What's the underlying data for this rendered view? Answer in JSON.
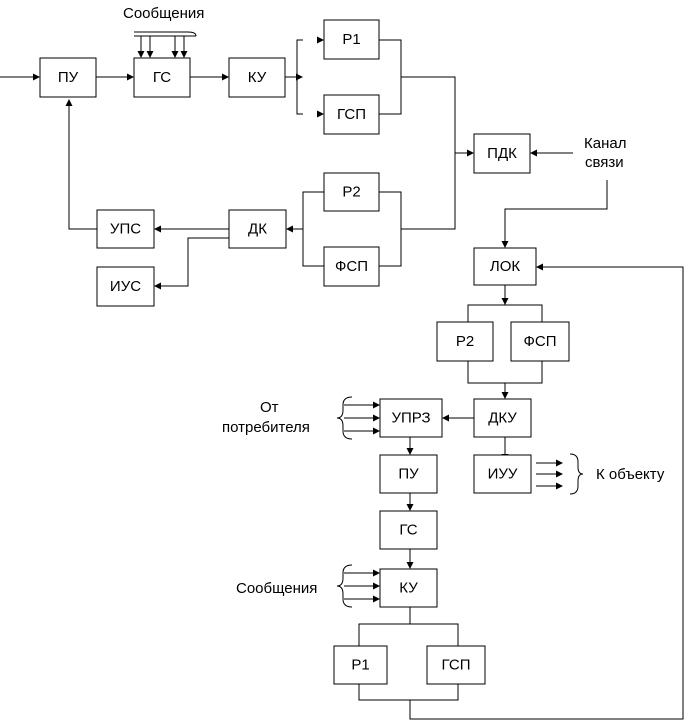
{
  "blocks": {
    "pu1": "ПУ",
    "gs1": "ГС",
    "ku1": "КУ",
    "r1_top": "Р1",
    "gsp_top": "ГСП",
    "pdk": "ПДК",
    "r2_top": "Р2",
    "fsp_top": "ФСП",
    "dk": "ДК",
    "ups": "УПС",
    "ius": "ИУС",
    "lok": "ЛОК",
    "r2_bot": "Р2",
    "fsp_bot": "ФСП",
    "dku": "ДКУ",
    "uprz": "УПРЗ",
    "iuu": "ИУУ",
    "pu2": "ПУ",
    "gs2": "ГС",
    "ku2": "КУ",
    "r1_bot": "Р1",
    "gsp_bot": "ГСП"
  },
  "labels": {
    "messages_top": "Сообщения",
    "channel_line1": "Канал",
    "channel_line2": "связи",
    "from_consumer_line1": "От",
    "from_consumer_line2": "потребителя",
    "to_object": "К объекту",
    "messages_bottom": "Сообщения"
  }
}
